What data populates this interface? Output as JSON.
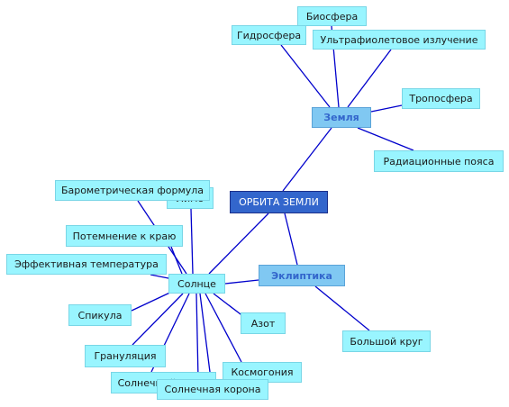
{
  "diagram": {
    "center": {
      "label": "ОРБИТА ЗЕМЛИ"
    },
    "earth": {
      "label": "Земля",
      "children": [
        {
          "label": "Гидросфера"
        },
        {
          "label": "Биосфера"
        },
        {
          "label": "Ультрафиолетовое излучение"
        },
        {
          "label": "Тропосфера"
        },
        {
          "label": "Радиационные пояса"
        }
      ]
    },
    "ecliptic": {
      "label": "Эклиптика",
      "children": [
        {
          "label": "Большой круг"
        }
      ]
    },
    "sun": {
      "label": "Солнце",
      "children": [
        {
          "label": "Барометрическая формула"
        },
        {
          "label": "Лимб"
        },
        {
          "label": "Потемнение к краю"
        },
        {
          "label": "Эффективная температура"
        },
        {
          "label": "Спикула"
        },
        {
          "label": "Грануляция"
        },
        {
          "label": "Солнечный ветер"
        },
        {
          "label": "Солнечная корона"
        },
        {
          "label": "Космогония"
        },
        {
          "label": "Азот"
        }
      ]
    },
    "colors": {
      "link": "#0000cc",
      "leaf_fill": "#99f5ff",
      "hub_fill": "#80c8f2",
      "center_fill": "#3366cc"
    }
  }
}
